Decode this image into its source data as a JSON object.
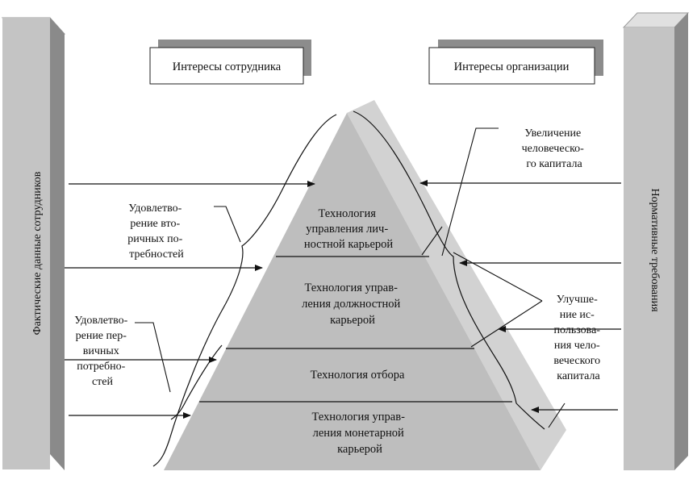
{
  "diagram": {
    "left_pillar_label": "Фактические данные сотрудников",
    "right_pillar_label": "Нормативные требования",
    "box_employee": "Интересы сотрудника",
    "box_organization": "Интересы организации",
    "tiers": [
      [
        "Технология",
        "управления лич-",
        "ностной карьерой"
      ],
      [
        "Технология управ-",
        "ления должностной",
        "карьерой"
      ],
      [
        "Технология отбора"
      ],
      [
        "Технология управ-",
        "ления монетарной",
        "карьерой"
      ]
    ],
    "secondary_needs": [
      "Удовлетво-",
      "рение вто-",
      "ричных по-",
      "требностей"
    ],
    "primary_needs": [
      "Удовлетво-",
      "рение пер-",
      "вичных",
      "потребно-",
      "стей"
    ],
    "increase_capital": [
      "Увеличение",
      "человеческо-",
      "го капитала"
    ],
    "improve_use": [
      "Улучше-",
      "ние ис-",
      "пользова-",
      "ния чело-",
      "веческого",
      "капитала"
    ]
  }
}
